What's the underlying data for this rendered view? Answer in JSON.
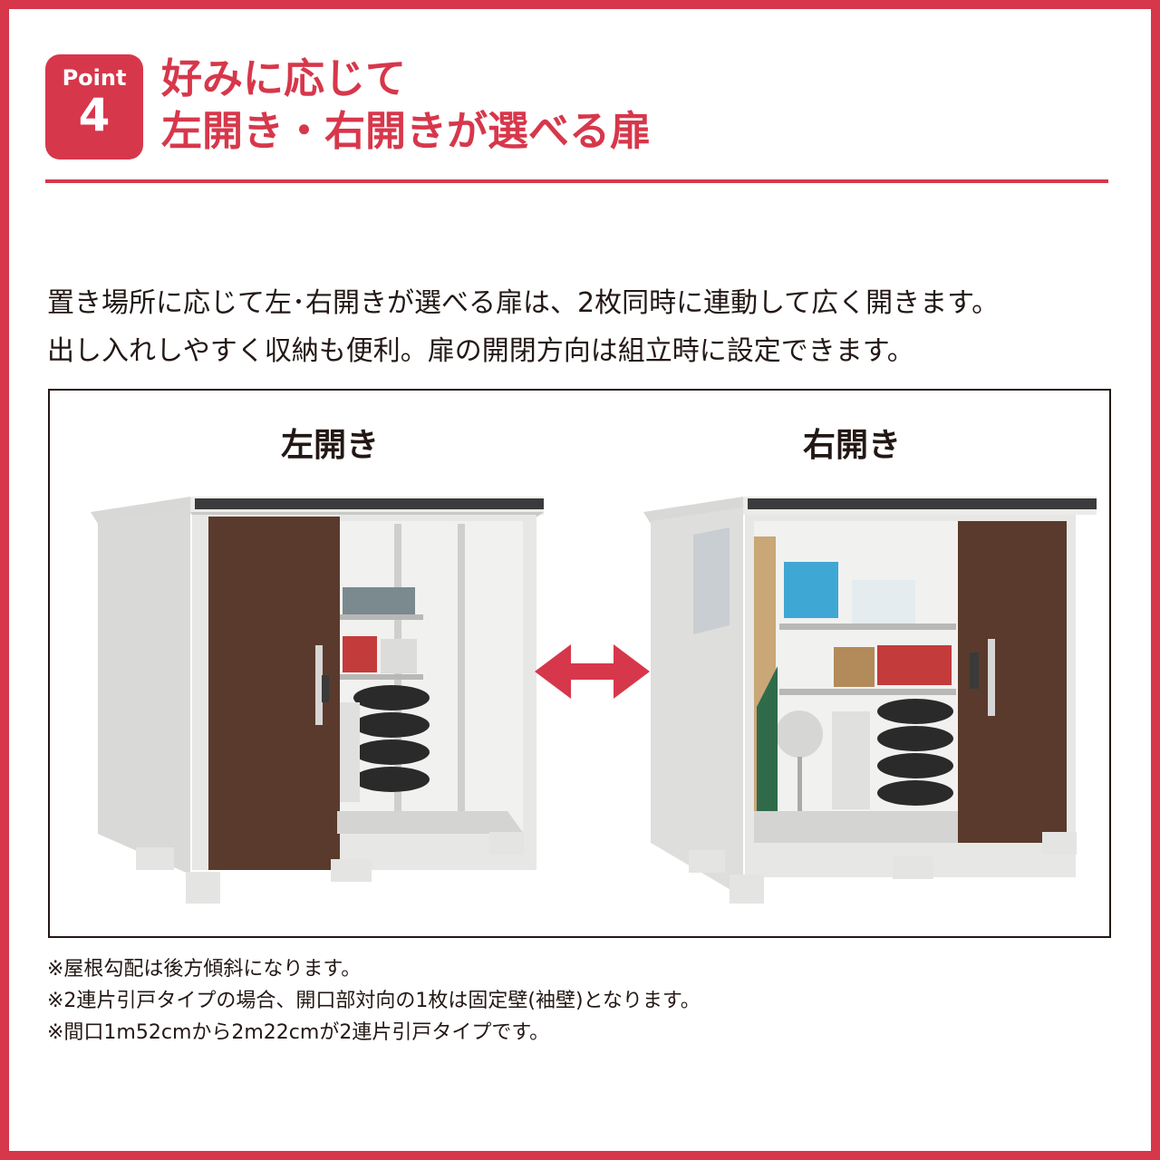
{
  "badge": {
    "label": "Point",
    "number": "4"
  },
  "title": {
    "line1": "好みに応じて",
    "line2": "左開き・右開きが選べる扉"
  },
  "description": {
    "line1": "置き場所に応じて左･右開きが選べる扉は、2枚同時に連動して広く開きます。",
    "line2": "出し入れしやすく収納も便利。扉の開閉方向は組立時に設定できます。"
  },
  "illustration": {
    "left_caption": "左開き",
    "right_caption": "右開き",
    "arrow_icon": "double-arrow-horizontal",
    "colors": {
      "door": "#5a3a2c",
      "body": "#e6e6e4",
      "accent": "#d7374b"
    }
  },
  "notes": [
    "※屋根勾配は後方傾斜になります。",
    "※2連片引戸タイプの場合、開口部対向の1枚は固定壁(袖壁)となります。",
    "※間口1m52cmから2m22cmが2連片引戸タイプです。"
  ]
}
